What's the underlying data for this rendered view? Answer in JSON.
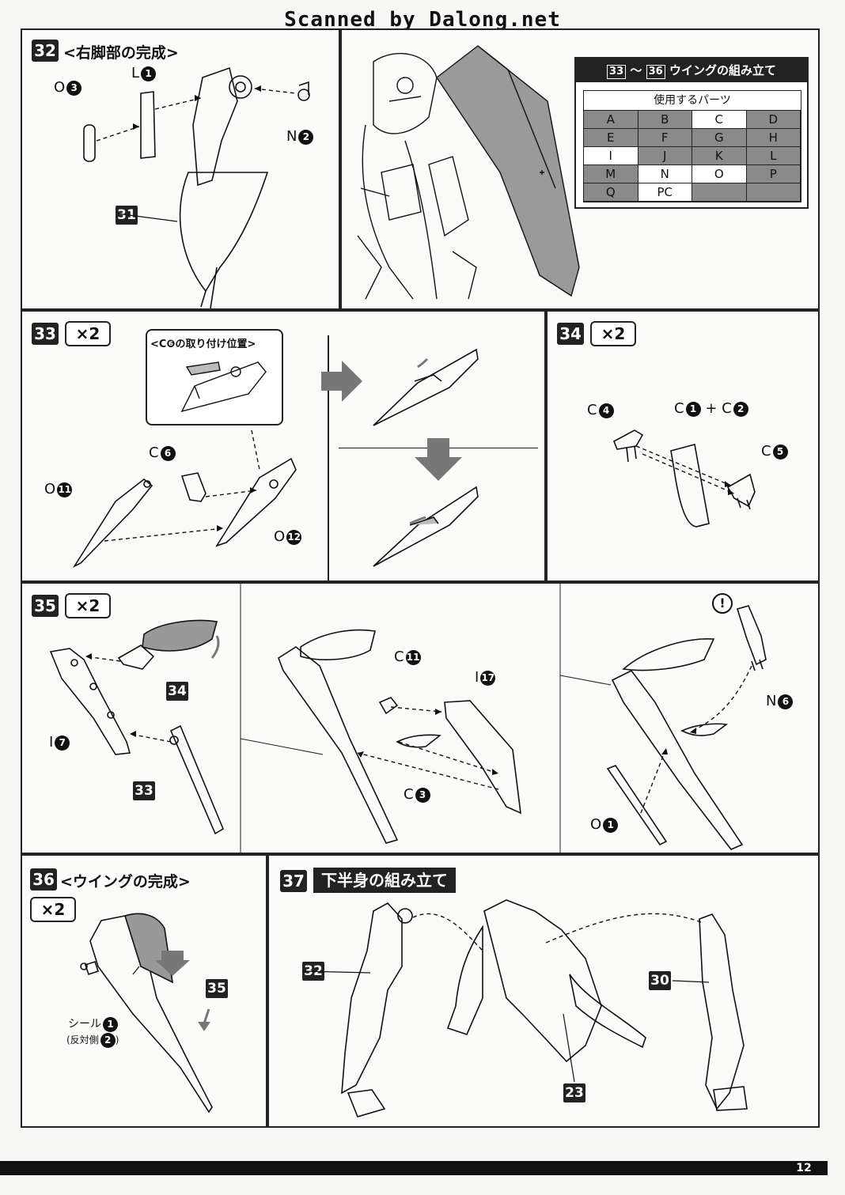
{
  "scan_title": "Scanned by Dalong.net",
  "page_number": "12",
  "step32": {
    "num": "32",
    "title": "<右脚部の完成>",
    "parts": [
      {
        "label": "O",
        "num": "3"
      },
      {
        "label": "L",
        "num": "1"
      },
      {
        "label": "N",
        "num": "2"
      }
    ],
    "ref": "31"
  },
  "parts_table": {
    "header_from": "33",
    "header_sep": "〜",
    "header_to": "36",
    "header_text": "ウイングの組み立て",
    "subheader": "使用するパーツ",
    "cells": [
      {
        "label": "A",
        "used": true
      },
      {
        "label": "B",
        "used": true
      },
      {
        "label": "C",
        "used": false
      },
      {
        "label": "D",
        "used": true
      },
      {
        "label": "E",
        "used": true
      },
      {
        "label": "F",
        "used": true
      },
      {
        "label": "G",
        "used": true
      },
      {
        "label": "H",
        "used": true
      },
      {
        "label": "I",
        "used": false
      },
      {
        "label": "J",
        "used": true
      },
      {
        "label": "K",
        "used": true
      },
      {
        "label": "L",
        "used": true
      },
      {
        "label": "M",
        "used": true
      },
      {
        "label": "N",
        "used": false
      },
      {
        "label": "O",
        "used": false
      },
      {
        "label": "P",
        "used": true
      },
      {
        "label": "Q",
        "used": true
      },
      {
        "label": "PC",
        "used": false
      },
      {
        "label": "",
        "used": true
      },
      {
        "label": "",
        "used": true
      }
    ]
  },
  "step33": {
    "num": "33",
    "mult": "×2",
    "inset_title": "<C❻の取り付け位置>",
    "parts": [
      {
        "label": "C",
        "num": "6"
      },
      {
        "label": "O",
        "num": "11"
      },
      {
        "label": "O",
        "num": "12"
      }
    ]
  },
  "step34": {
    "num": "34",
    "mult": "×2",
    "parts": [
      {
        "label": "C",
        "num": "4"
      },
      {
        "label": "C",
        "num": "1"
      },
      {
        "label": "C",
        "num": "2"
      },
      {
        "label": "C",
        "num": "5"
      }
    ],
    "plus": "+"
  },
  "step35": {
    "num": "35",
    "mult": "×2",
    "parts": [
      {
        "label": "I",
        "num": "7"
      },
      {
        "label": "C",
        "num": "11"
      },
      {
        "label": "I",
        "num": "17"
      },
      {
        "label": "C",
        "num": "3"
      },
      {
        "label": "N",
        "num": "6"
      },
      {
        "label": "O",
        "num": "1"
      }
    ],
    "refs": [
      "34",
      "33"
    ],
    "caution": "!"
  },
  "step36": {
    "num": "36",
    "title": "<ウイングの完成>",
    "mult": "×2",
    "sticker": "シール",
    "sticker_num": "1",
    "opposite": "(反対側",
    "opposite_num": "2",
    "opposite_end": ")",
    "ref": "35"
  },
  "step37": {
    "num": "37",
    "title": "下半身の組み立て",
    "refs": [
      "32",
      "23",
      "30"
    ]
  }
}
